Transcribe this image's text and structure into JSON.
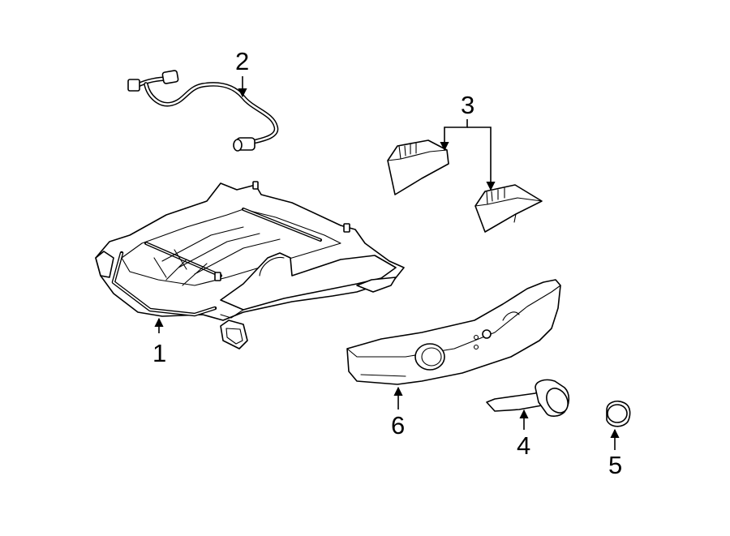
{
  "callouts": [
    {
      "number": "1",
      "part": "seat-track-frame"
    },
    {
      "number": "2",
      "part": "wiring-harness"
    },
    {
      "number": "3",
      "part": "track-covers"
    },
    {
      "number": "4",
      "part": "recliner-handle"
    },
    {
      "number": "5",
      "part": "knob-cap"
    },
    {
      "number": "6",
      "part": "side-shield"
    }
  ],
  "colors": {
    "line": "#000000",
    "background": "#ffffff",
    "fill": "#ffffff"
  }
}
